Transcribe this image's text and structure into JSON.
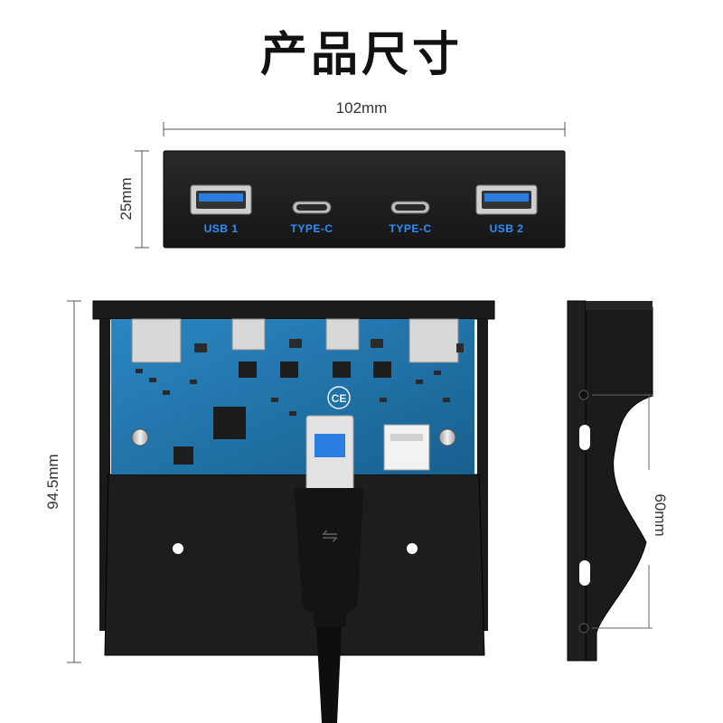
{
  "title": "产品尺寸",
  "dimensions": {
    "width": "102mm",
    "height": "25mm",
    "depth": "94.5mm",
    "hole_spacing": "60mm"
  },
  "front_panel": {
    "ports": [
      "USB 1",
      "TYPE-C",
      "TYPE-C",
      "USB 2"
    ]
  },
  "pcb": {
    "marking_ce": "CE"
  },
  "colors": {
    "panel": "#1a1a1a",
    "pcb": "#1f6fa8",
    "port_label": "#2f8fff",
    "usb3_blue": "#2b7de0"
  }
}
